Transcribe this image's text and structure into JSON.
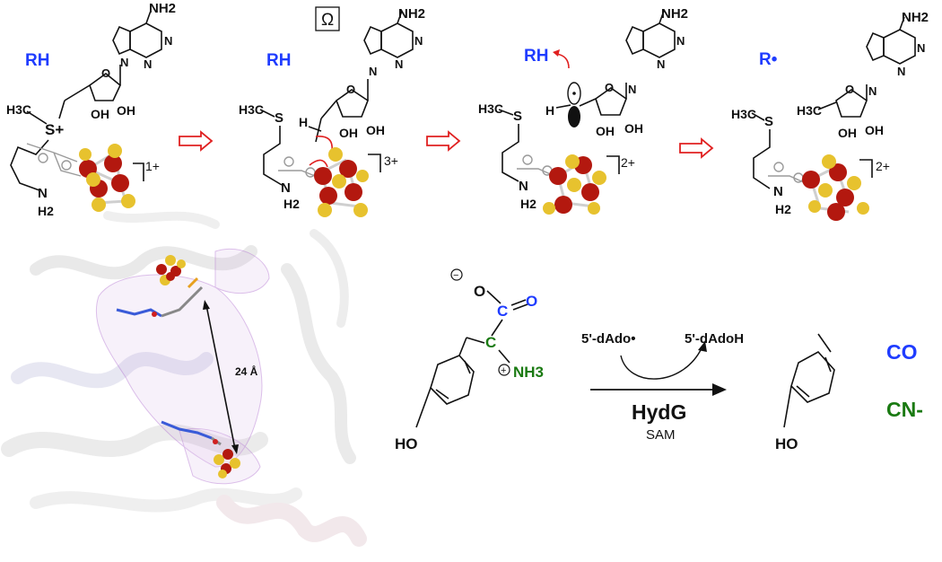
{
  "mechanism": {
    "step1": {
      "substrate": "RH",
      "sulfonium_methyl": "H3C",
      "sulfonium_charge": "S+",
      "amine": "H2",
      "n": "N",
      "charge": "1+"
    },
    "step2": {
      "substrate": "RH",
      "omega": "Ω",
      "methyl": "H3C",
      "s": "S",
      "h": "H",
      "amine": "H2",
      "n": "N",
      "charge": "3+"
    },
    "step3": {
      "substrate": "RH",
      "methyl": "H3C",
      "s": "S",
      "h": "H",
      "amine": "H2",
      "n": "N",
      "charge": "2+"
    },
    "step4": {
      "substrate": "R•",
      "methyl": "H3C",
      "s": "S",
      "h3c_ribose": "H3C",
      "amine": "H2",
      "n": "N",
      "charge": "2+"
    },
    "adenosine": {
      "nh2": "NH2",
      "oh1": "OH",
      "oh2": "OH",
      "o": "O",
      "n": "N"
    }
  },
  "protein": {
    "distance_label": "24 Å"
  },
  "reaction": {
    "o_minus": "O",
    "minus": "−",
    "c_carbonyl": "C",
    "o_carbonyl": "O",
    "c_alpha": "C",
    "plus": "+",
    "nh3": "NH3",
    "ho_tyrosine": "HO",
    "cofactor_in": "5'-dAdo•",
    "cofactor_out": "5'-dAdoH",
    "enzyme": "HydG",
    "enzyme_cofactor": "SAM",
    "ho_product": "HO",
    "co": "CO",
    "cn": "CN-"
  },
  "colors": {
    "blue": "#1f3cff",
    "green": "#1a7a12",
    "red_arrow": "#e02020",
    "iron": "#b3180f",
    "sulfur": "#e7c22e",
    "mesh": "#c18ad8"
  }
}
